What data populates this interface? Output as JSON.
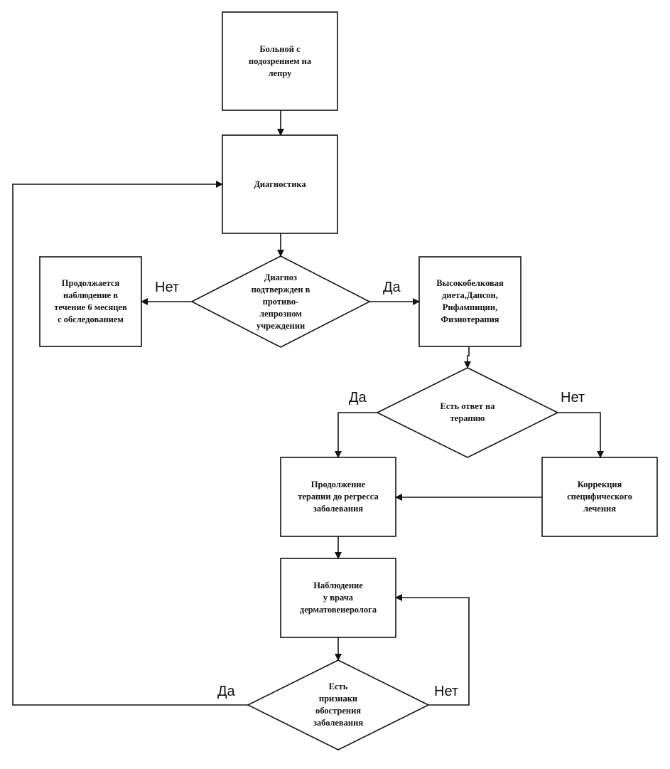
{
  "nodes": {
    "start": "Больной с\nподозрением на\nлепру",
    "diagnostics": "Диагностика",
    "decision_confirmed": "Диагноз\nподтвержден в\nпротиво-\nлепрозном\nучреждении",
    "observe_6_months": "Продолжается\nнаблюдение в\nтечение 6 месяцев\nс обследованием",
    "treatment": "Высокобелковая\nдиета,Дапсон,\nРифампицин,\nФизиотерапия",
    "decision_response": "Есть ответ на\nтерапию",
    "continue_therapy": "Продолжение\nтерапии до регресса\nзаболевания",
    "correction": "Коррекция\nспецифического\nлечения",
    "observation_derm": "Наблюдение\nу врача\nдерматовенеролога",
    "decision_exacerbation": "Есть\nпризнаки\nобострения\nзаболевания"
  },
  "labels": {
    "confirmed_no": "Нет",
    "confirmed_yes": "Да",
    "response_yes": "Да",
    "response_no": "Нет",
    "exacerbation_yes": "Да",
    "exacerbation_no": "Нет"
  },
  "colors": {
    "stroke": "#111111",
    "background": "#ffffff"
  }
}
